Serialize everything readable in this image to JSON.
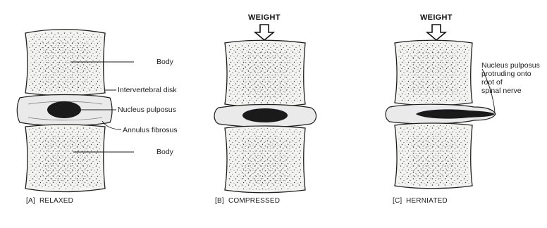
{
  "panels": [
    {
      "caption_letter": "[A]",
      "caption_text": "RELAXED",
      "weight_label": ""
    },
    {
      "caption_letter": "[B]",
      "caption_text": "COMPRESSED",
      "weight_label": "WEIGHT"
    },
    {
      "caption_letter": "[C]",
      "caption_text": "HERNIATED",
      "weight_label": "WEIGHT"
    }
  ],
  "labels": {
    "body_upper": "Body",
    "intervertebral_disk": "Intervertebral disk",
    "nucleus_pulposus": "Nucleus pulposus",
    "annulus_fibrosus": "Annulus fibrosus",
    "body_lower": "Body",
    "herniation_line1": "Nucleus pulposus",
    "herniation_line2": "protruding onto",
    "herniation_line3": "root of",
    "herniation_line4": "spinal nerve"
  }
}
